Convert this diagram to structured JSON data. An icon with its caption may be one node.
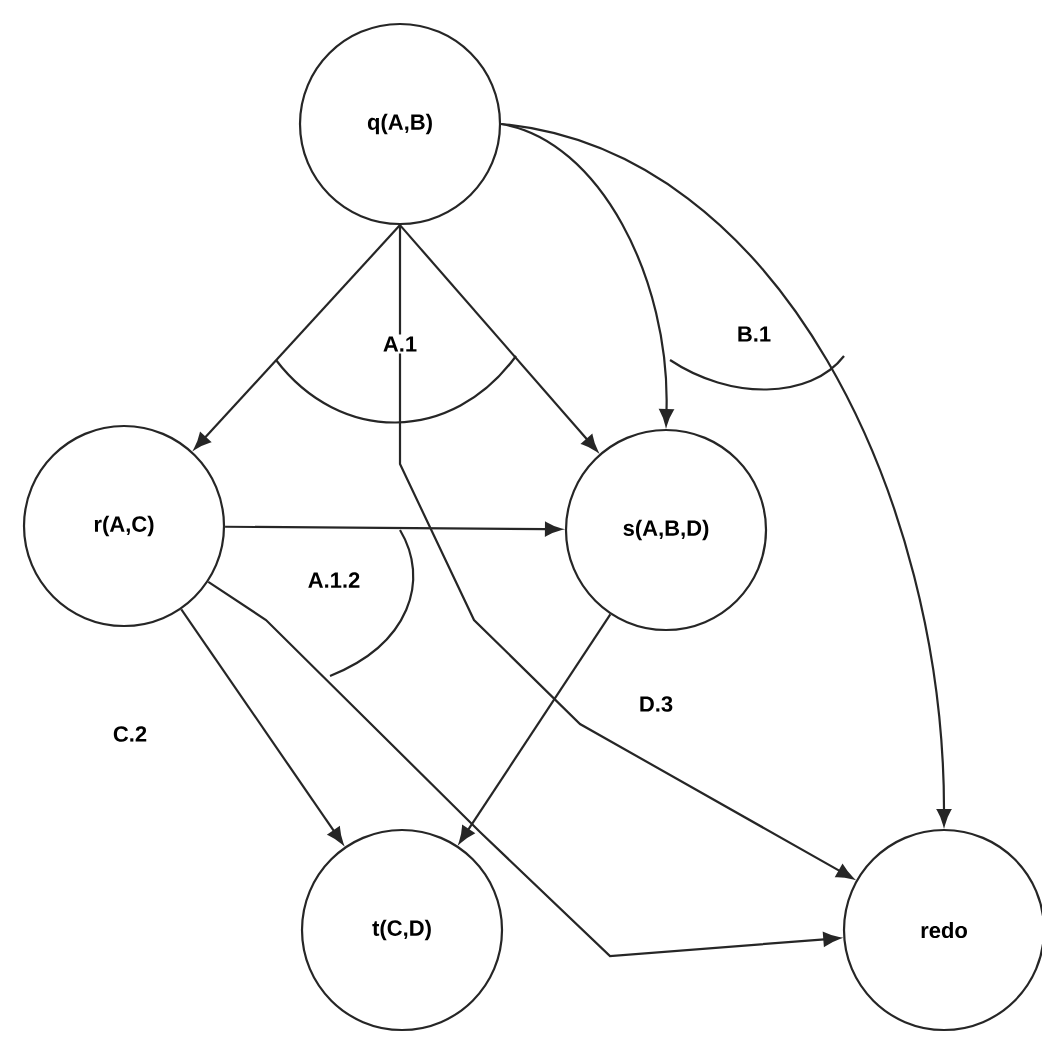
{
  "diagram": {
    "nodes": [
      {
        "text": [
          "q(A,B)"
        ]
      },
      {
        "text": [
          "r(A,C)"
        ]
      },
      {
        "text": [
          "s(A,B,D)"
        ]
      },
      {
        "text": [
          "t(C,D)"
        ]
      },
      {
        "text": [
          "redo"
        ]
      }
    ],
    "edges": [
      {
        "from": 0,
        "to": 1,
        "arrow": "to"
      },
      {
        "from": 0,
        "to": 2,
        "arrow": "to"
      },
      {
        "from": 0,
        "to": 2,
        "arrow": "to"
      },
      {
        "from": 0,
        "to": 4,
        "arrow": "to"
      },
      {
        "from": 0,
        "to": 4,
        "arrow": "to"
      },
      {
        "from": 1,
        "to": 2,
        "arrow": "to"
      },
      {
        "from": 1,
        "to": 4,
        "arrow": "to"
      },
      {
        "from": 1,
        "to": 3,
        "arrow": "to",
        "label": "C.2"
      },
      {
        "from": 2,
        "to": 3,
        "arrow": "to",
        "label": "D.3"
      }
    ],
    "labels": [
      "A.1",
      "B.1",
      "A.1.2"
    ]
  }
}
